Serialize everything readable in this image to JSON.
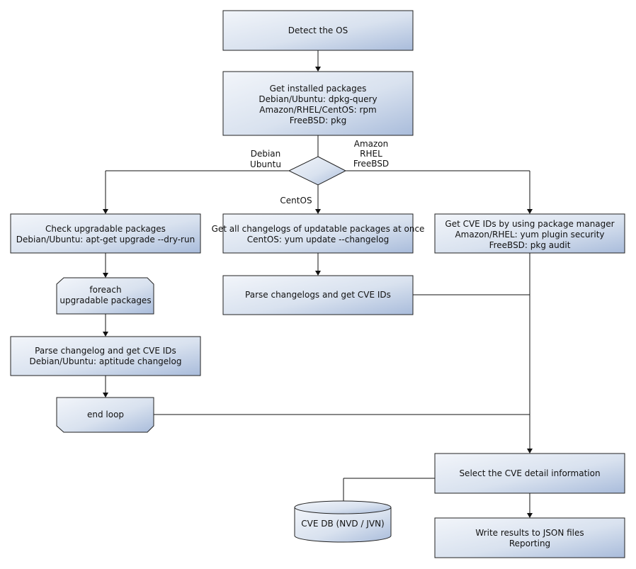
{
  "nodes": {
    "detect": [
      "Detect the OS"
    ],
    "installed": [
      "Get installed packages",
      "Debian/Ubuntu: dpkg-query",
      "Amazon/RHEL/CentOS: rpm",
      "FreeBSD: pkg"
    ],
    "check": [
      "Check upgradable packages",
      "Debian/Ubuntu: apt-get upgrade --dry-run"
    ],
    "changelogs": [
      "Get all changelogs of updatable packages at once",
      "CentOS: yum update --changelog"
    ],
    "cveids": [
      "Get CVE IDs by using package manager",
      "Amazon/RHEL: yum plugin security",
      "FreeBSD: pkg audit"
    ],
    "foreach": [
      "foreach",
      "upgradable  packages"
    ],
    "parse_all": [
      "Parse changelogs and get CVE IDs"
    ],
    "parse_one": [
      "Parse changelog and get  CVE IDs",
      "Debian/Ubuntu: aptitude changelog"
    ],
    "endloop": [
      "end loop"
    ],
    "select": [
      "Select the CVE detail information"
    ],
    "db": [
      "CVE DB (NVD / JVN)"
    ],
    "write": [
      "Write results to JSON files",
      "Reporting"
    ]
  },
  "branch_labels": {
    "debian": [
      "Debian",
      "Ubuntu"
    ],
    "centos": [
      "CentOS"
    ],
    "amazon": [
      "Amazon",
      "RHEL",
      "FreeBSD"
    ]
  },
  "colors": {
    "box_light": "#eef2f8",
    "box_dark": "#a9bcdb",
    "line": "#111111"
  }
}
